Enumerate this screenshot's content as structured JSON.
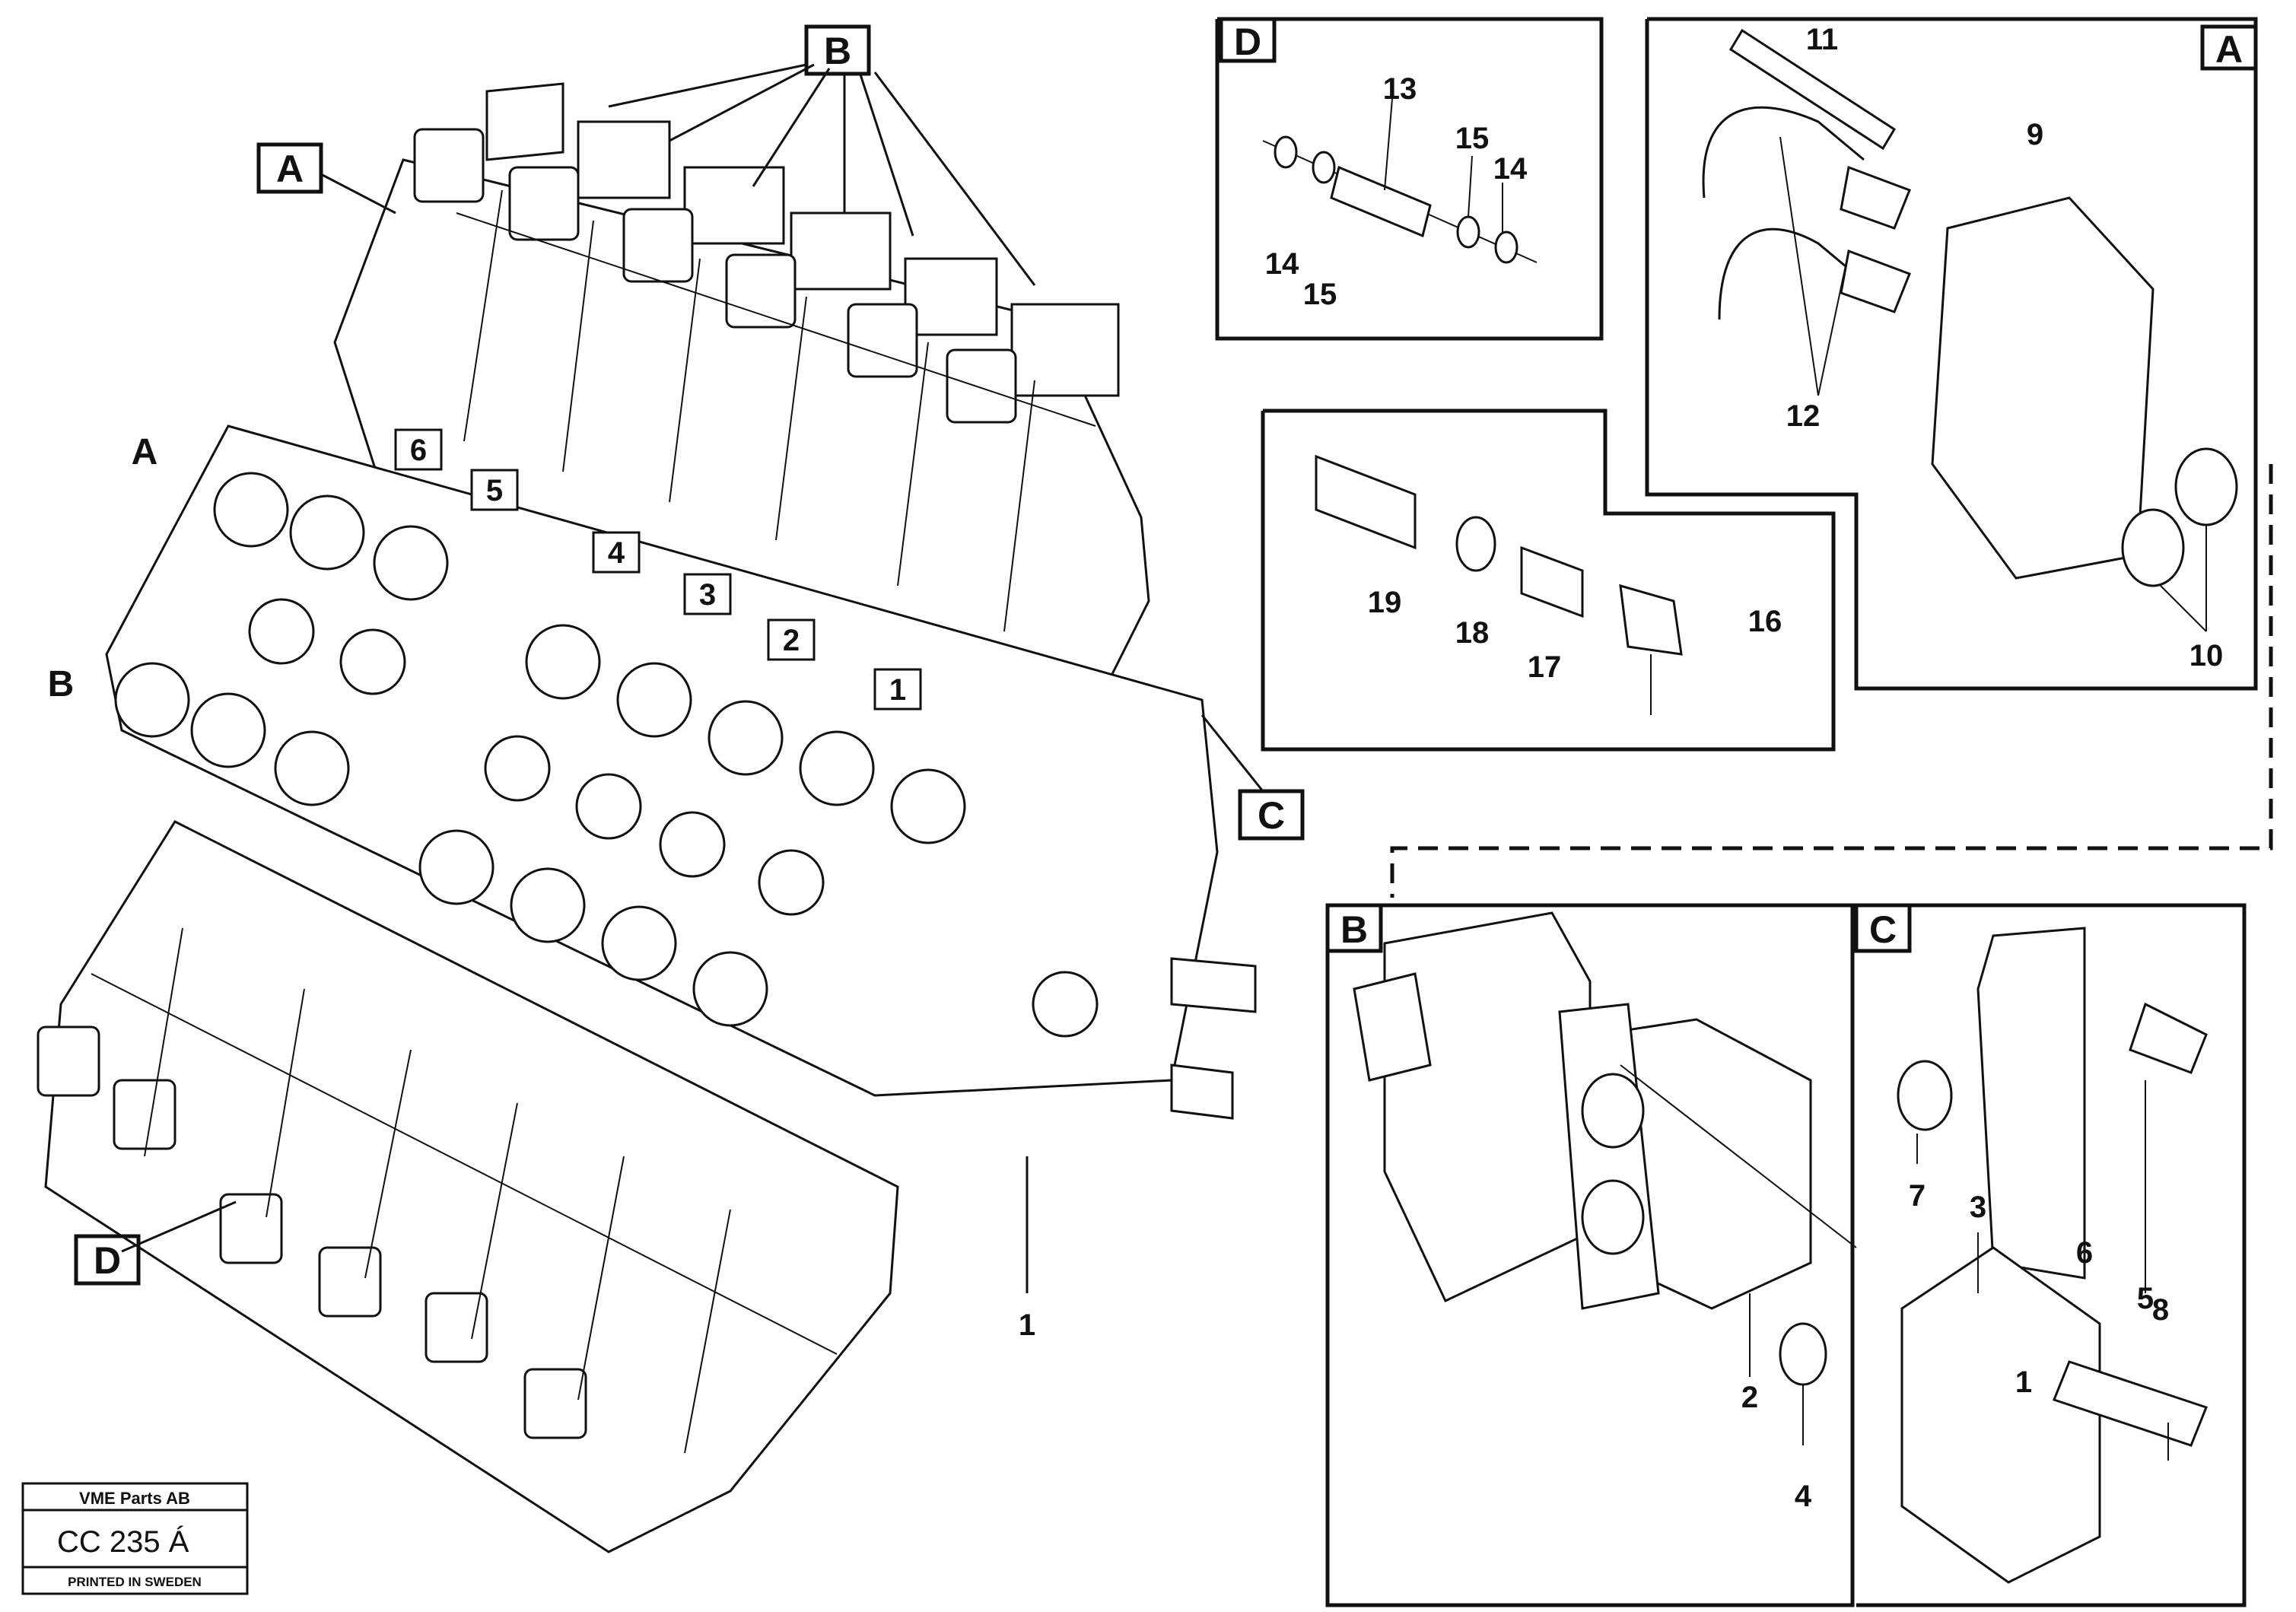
{
  "callouts": {
    "n1": "1",
    "n1b": "1",
    "n2": "2",
    "n3": "3",
    "n4": "4",
    "n5": "5",
    "n6": "6",
    "n7": "7",
    "n8": "8",
    "n9": "9",
    "n10": "10",
    "n11": "11",
    "n12": "12",
    "n13": "13",
    "n14a": "14",
    "n14b": "14",
    "n15a": "15",
    "n15b": "15",
    "n16": "16",
    "n17": "17",
    "n18": "18",
    "n19": "19"
  },
  "valve_positions": [
    "6",
    "5",
    "4",
    "3",
    "2",
    "1"
  ],
  "view_labels": {
    "A": "A",
    "B": "B",
    "C": "C",
    "D": "D",
    "side_A": "A",
    "side_B": "B"
  },
  "title_block": {
    "company": "VME Parts AB",
    "drawing_code": "CC 235 Á",
    "printed": "PRINTED IN SWEDEN"
  }
}
